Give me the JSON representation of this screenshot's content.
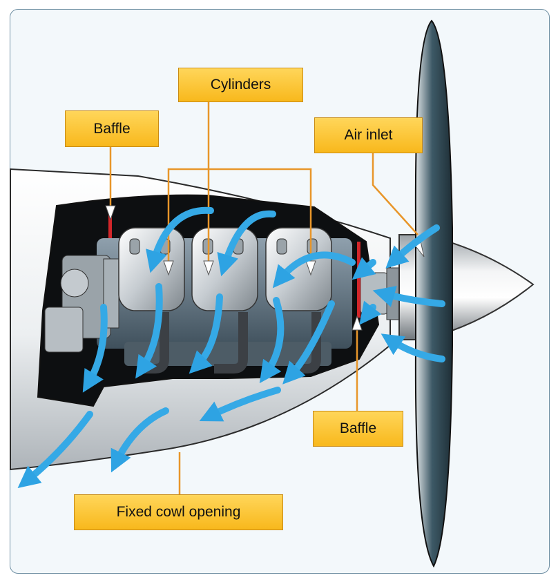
{
  "labels": {
    "cylinders": "Cylinders",
    "baffle_top": "Baffle",
    "air_inlet": "Air inlet",
    "baffle_bottom": "Baffle",
    "fixed_cowl_opening": "Fixed cowl opening"
  },
  "colors": {
    "label_fill": "#fbc634",
    "leader_line": "#e8962a",
    "airflow": "#35a9e6",
    "baffle": "#d2262a",
    "frame_border": "#6f8fa3",
    "background": "#f3f8fb"
  }
}
